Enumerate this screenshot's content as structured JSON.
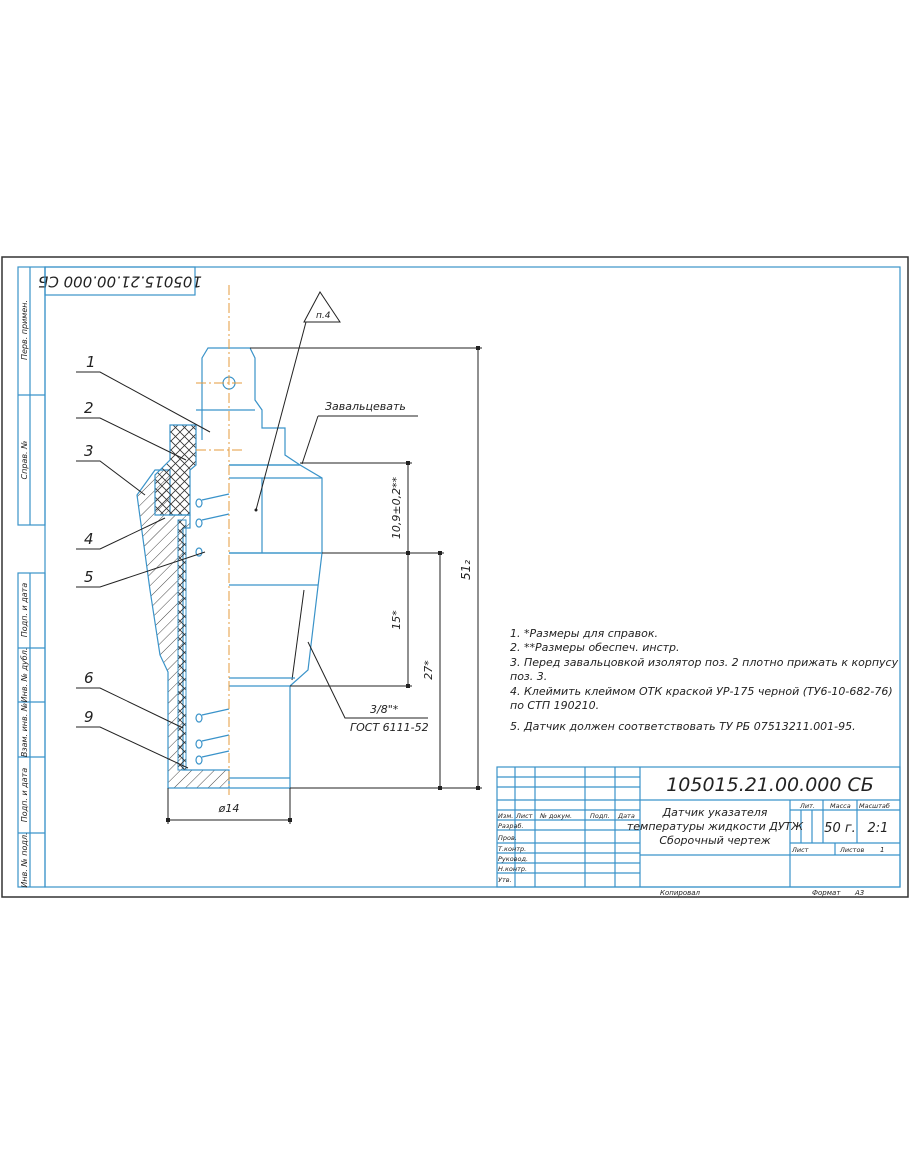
{
  "stamp_rotated": "105015.21.00.000 СБ",
  "margin_labels": [
    "Перв. примен.",
    "Справ. №",
    "Подп. и дата",
    "Инв. № дубл.",
    "Взам. инв. №",
    "Подп. и дата",
    "Инв. № подл."
  ],
  "roughness_mark": "п.4",
  "rolling_note": "Завальцевать",
  "positions": [
    "1",
    "2",
    "3",
    "4",
    "5",
    "6",
    "9"
  ],
  "dimensions": {
    "overall": "51₂",
    "upper": "10,9±0,2**",
    "middle": "15*",
    "lower": "27*",
    "diameter": "ø14",
    "thread": "3/8\"*",
    "thread_standard": "ГОСТ 6111-52"
  },
  "notes": [
    "1. *Размеры для справок.",
    "2. **Размеры обеспеч. инстр.",
    "3. Перед завальцовкой изолятор поз. 2 плотно прижать к корпусу",
    "поз. 3.",
    "4. Клеймить клеймом ОТК краской УР-175 черной (ТУ6-10-682-76)",
    "по СТП 190210.",
    "5. Датчик должен соответствовать ТУ РБ 07513211.001-95."
  ],
  "title_block": {
    "doc_number": "105015.21.00.000 СБ",
    "name_lines": [
      "Датчик указателя",
      "температуры жидкости ДУТЖ",
      "Сборочный чертеж"
    ],
    "col_headers": [
      "Изм.",
      "Лист",
      "№ докум.",
      "Подп.",
      "Дата"
    ],
    "roles": [
      "Разраб.",
      "Пров.",
      "Т.контр.",
      "Руковод.",
      "Н.контр.",
      "Утв."
    ],
    "lit_label": "Лит.",
    "mass_label": "Масса",
    "scale_label": "Масштаб",
    "mass": "50 г.",
    "scale": "2:1",
    "sheet_label": "Лист",
    "sheets_label": "Листов",
    "sheets": "1",
    "copied_label": "Копировал",
    "format_label": "Формат",
    "format": "А3"
  }
}
